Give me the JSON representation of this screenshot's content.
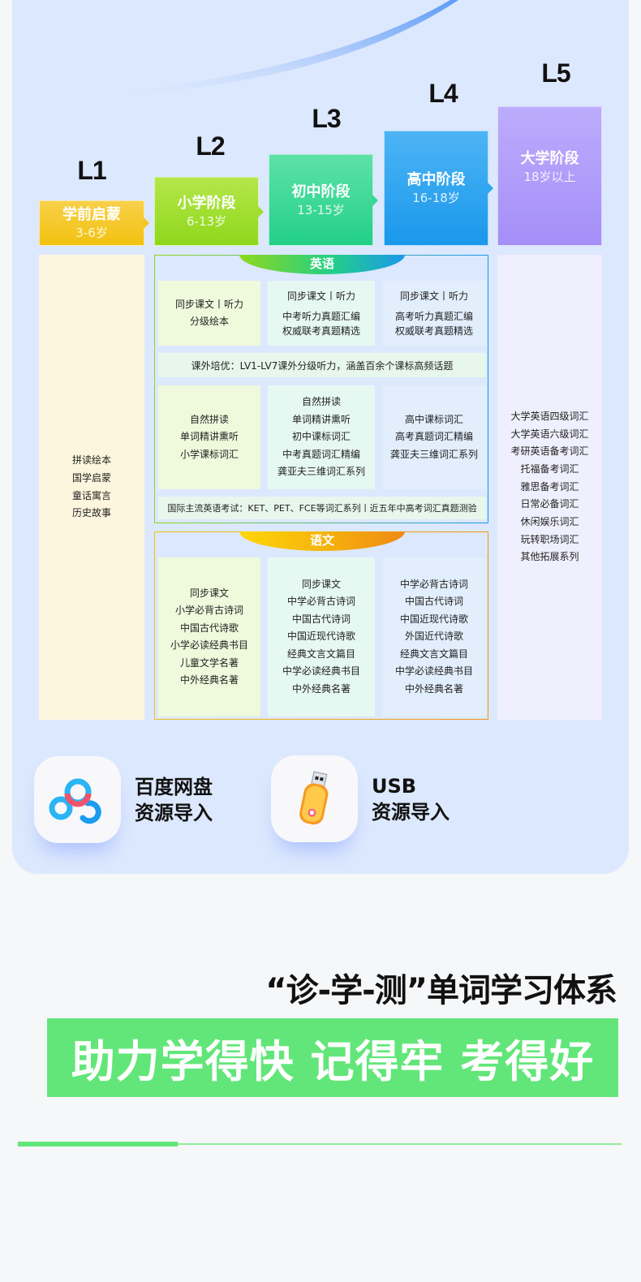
{
  "levels": [
    {
      "label": "L1",
      "stage": "学前启蒙",
      "age": "3-6岁",
      "color_top": "#f8d04a",
      "color_bottom": "#f2c20f"
    },
    {
      "label": "L2",
      "stage": "小学阶段",
      "age": "6-13岁",
      "color_top": "#b4e64a",
      "color_bottom": "#8fd81c"
    },
    {
      "label": "L3",
      "stage": "初中阶段",
      "age": "13-15岁",
      "color_top": "#5de2a8",
      "color_bottom": "#23d087"
    },
    {
      "label": "L4",
      "stage": "高中阶段",
      "age": "16-18岁",
      "color_top": "#4db4f5",
      "color_bottom": "#1a98eb"
    },
    {
      "label": "L5",
      "stage": "大学阶段",
      "age": "18岁以上",
      "color_top": "#bcacfc",
      "color_bottom": "#a58ef8"
    }
  ],
  "preschool": {
    "items": [
      "拼读绘本",
      "国学启蒙",
      "童话寓言",
      "历史故事"
    ]
  },
  "english": {
    "title": "英语",
    "row1": [
      {
        "lines": [
          "同步课文丨听力",
          "分级绘本"
        ]
      },
      {
        "lines": [
          "同步课文丨听力",
          "",
          "中考听力真题汇编",
          "权威联考真题精选"
        ]
      },
      {
        "lines": [
          "同步课文丨听力",
          "",
          "高考听力真题汇编",
          "权威联考真题精选"
        ]
      }
    ],
    "strip1": "课外培优：LV1-LV7课外分级听力，涵盖百余个课标高频话题",
    "row2": [
      {
        "lines": [
          "自然拼读",
          "单词精讲熏听",
          "小学课标词汇"
        ]
      },
      {
        "lines": [
          "自然拼读",
          "单词精讲熏听",
          "初中课标词汇",
          "中考真题词汇精编",
          "龚亚夫三维词汇系列"
        ]
      },
      {
        "lines": [
          "高中课标词汇",
          "高考真题词汇精编",
          "龚亚夫三维词汇系列"
        ]
      }
    ],
    "strip2": "国际主流英语考试：KET、PET、FCE等词汇系列丨近五年中高考词汇真题测验"
  },
  "chinese": {
    "title": "语文",
    "columns": [
      {
        "lines": [
          "同步课文",
          "小学必背古诗词",
          "中国古代诗歌",
          "小学必读经典书目",
          "儿童文学名著",
          "中外经典名著"
        ]
      },
      {
        "lines": [
          "同步课文",
          "中学必背古诗词",
          "中国古代诗词",
          "中国近现代诗歌",
          "经典文言文篇目",
          "中学必读经典书目",
          "中外经典名著"
        ]
      },
      {
        "lines": [
          "中学必背古诗词",
          "中国古代诗词",
          "中国近现代诗歌",
          "外国近代诗歌",
          "经典文言文篇目",
          "中学必读经典书目",
          "中外经典名著"
        ]
      }
    ]
  },
  "university": {
    "items": [
      "大学英语四级词汇",
      "大学英语六级词汇",
      "考研英语备考词汇",
      "托福备考词汇",
      "雅思备考词汇",
      "日常必备词汇",
      "休闲娱乐词汇",
      "玩转职场词汇",
      "其他拓展系列"
    ]
  },
  "imports": [
    {
      "icon": "baidu-netdisk-icon",
      "line1": "百度网盘",
      "line2": "资源导入"
    },
    {
      "icon": "usb-drive-icon",
      "line1": "USB",
      "line2": "资源导入"
    }
  ],
  "slogan": "“诊-学-测”单词学习体系",
  "banner": "助力学得快 记得牢 考得好",
  "colors": {
    "accent_green": "#62e679",
    "panel_bg": "#dce8fd",
    "english_border_left": "#8fd81c",
    "english_border_right": "#1a98eb",
    "chinese_border_left": "#f2c20f",
    "chinese_border_right": "#f39418"
  }
}
